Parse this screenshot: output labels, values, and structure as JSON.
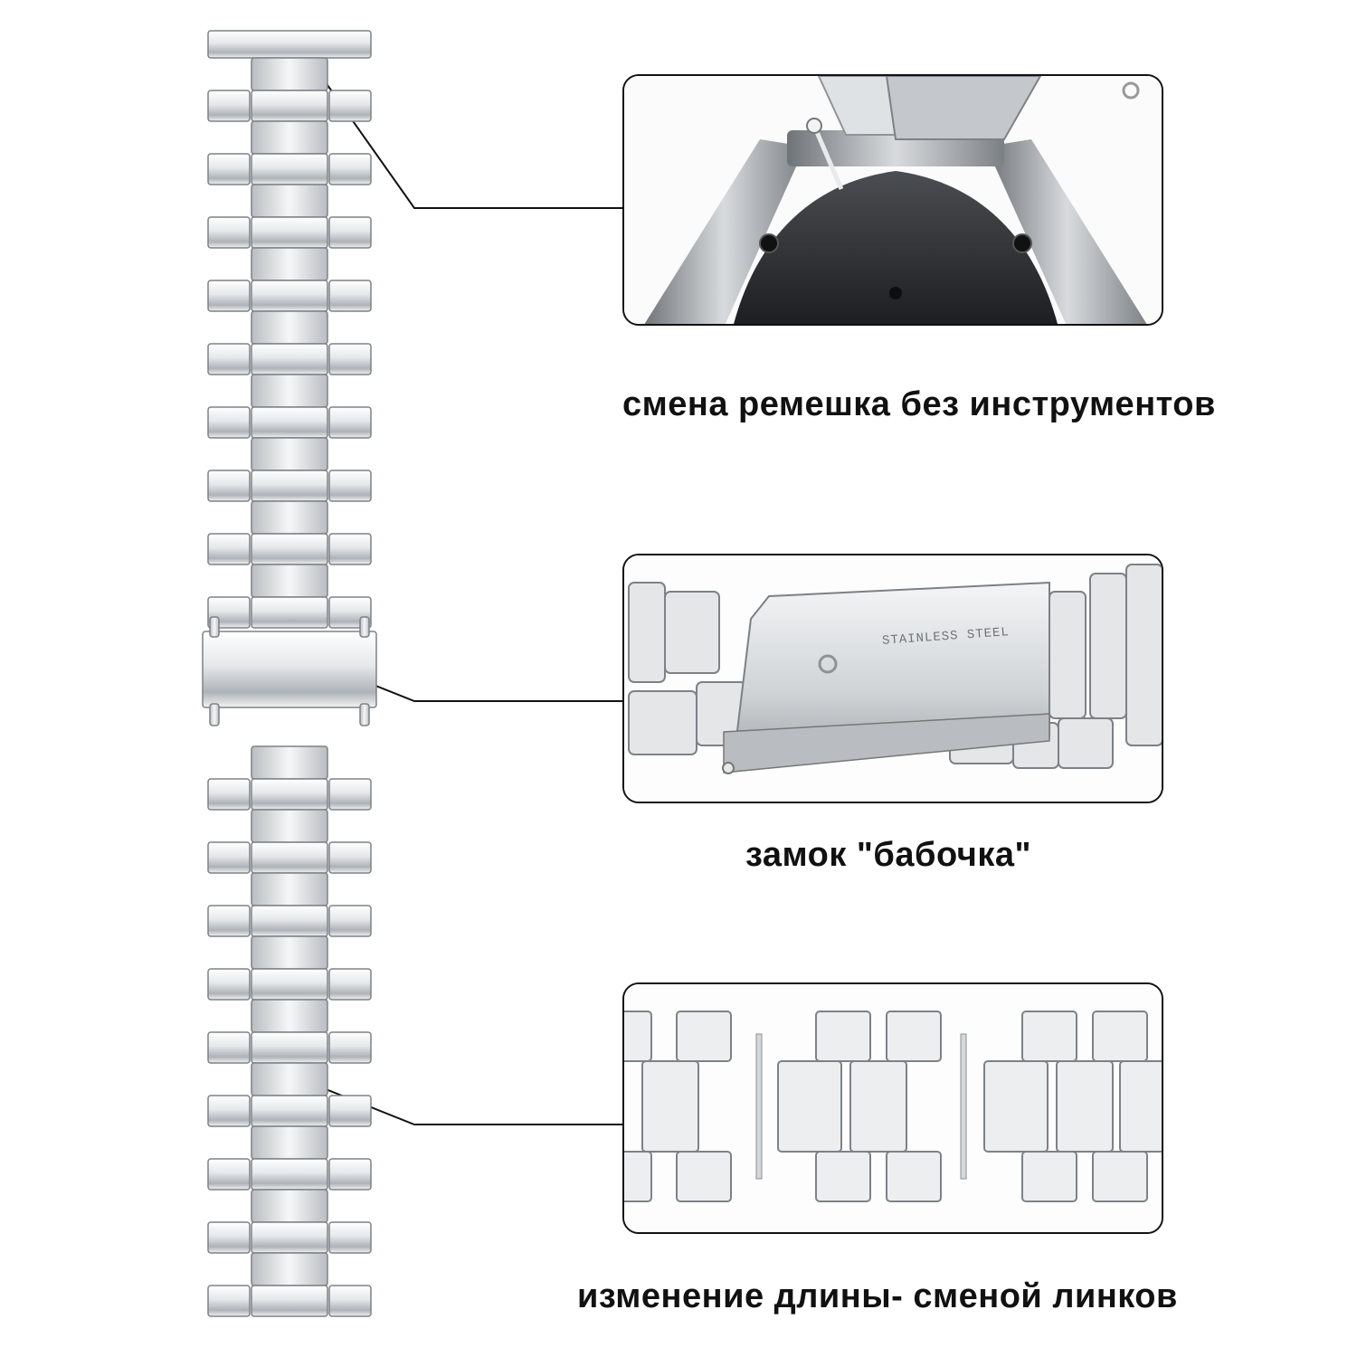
{
  "captions": {
    "tool_free": "смена ремешка без инструментов",
    "butterfly_clasp": "замок \"бабочка\"",
    "length_adjust": "изменение длины- сменой линков"
  },
  "clasp_engraving": "STAINLESS STEEL",
  "colors": {
    "steel_light": "#f4f5f6",
    "steel_mid": "#c9ccd0",
    "steel_dark": "#8c9196",
    "outline": "#111111",
    "watch_case": "#2a2c2f"
  },
  "icons": {
    "leader_dot": "bullet-dot-icon"
  }
}
